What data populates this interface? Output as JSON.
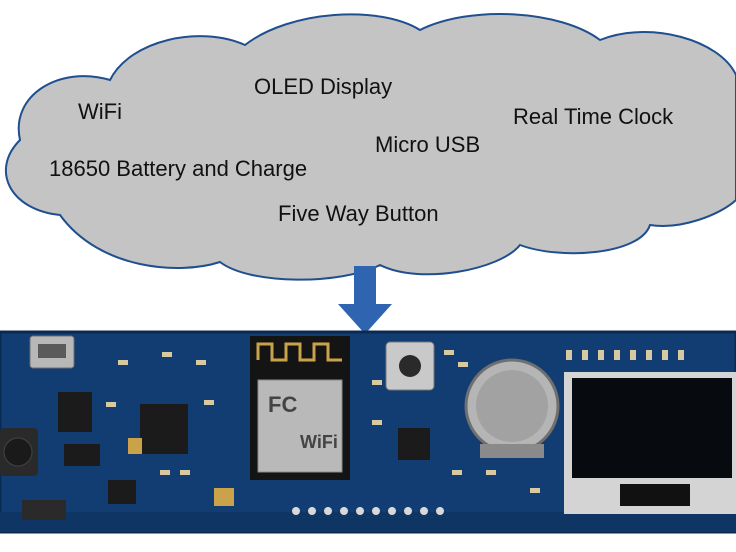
{
  "cloud": {
    "features": [
      {
        "id": "wifi",
        "label": "WiFi"
      },
      {
        "id": "oled",
        "label": "OLED Display"
      },
      {
        "id": "rtc",
        "label": "Real Time Clock"
      },
      {
        "id": "usb",
        "label": "Micro USB"
      },
      {
        "id": "battery",
        "label": "18650 Battery and Charge"
      },
      {
        "id": "button",
        "label": "Five Way Button"
      }
    ],
    "fill_color": "#c4c4c4",
    "outline_color": "#1f4f8f"
  },
  "arrow": {
    "color": "#2f64b0",
    "direction": "down"
  },
  "board": {
    "pcb_color": "#123d72",
    "module_label": "WiFi",
    "module_brand": "FC",
    "oled_screen_color": "#070a0e"
  }
}
